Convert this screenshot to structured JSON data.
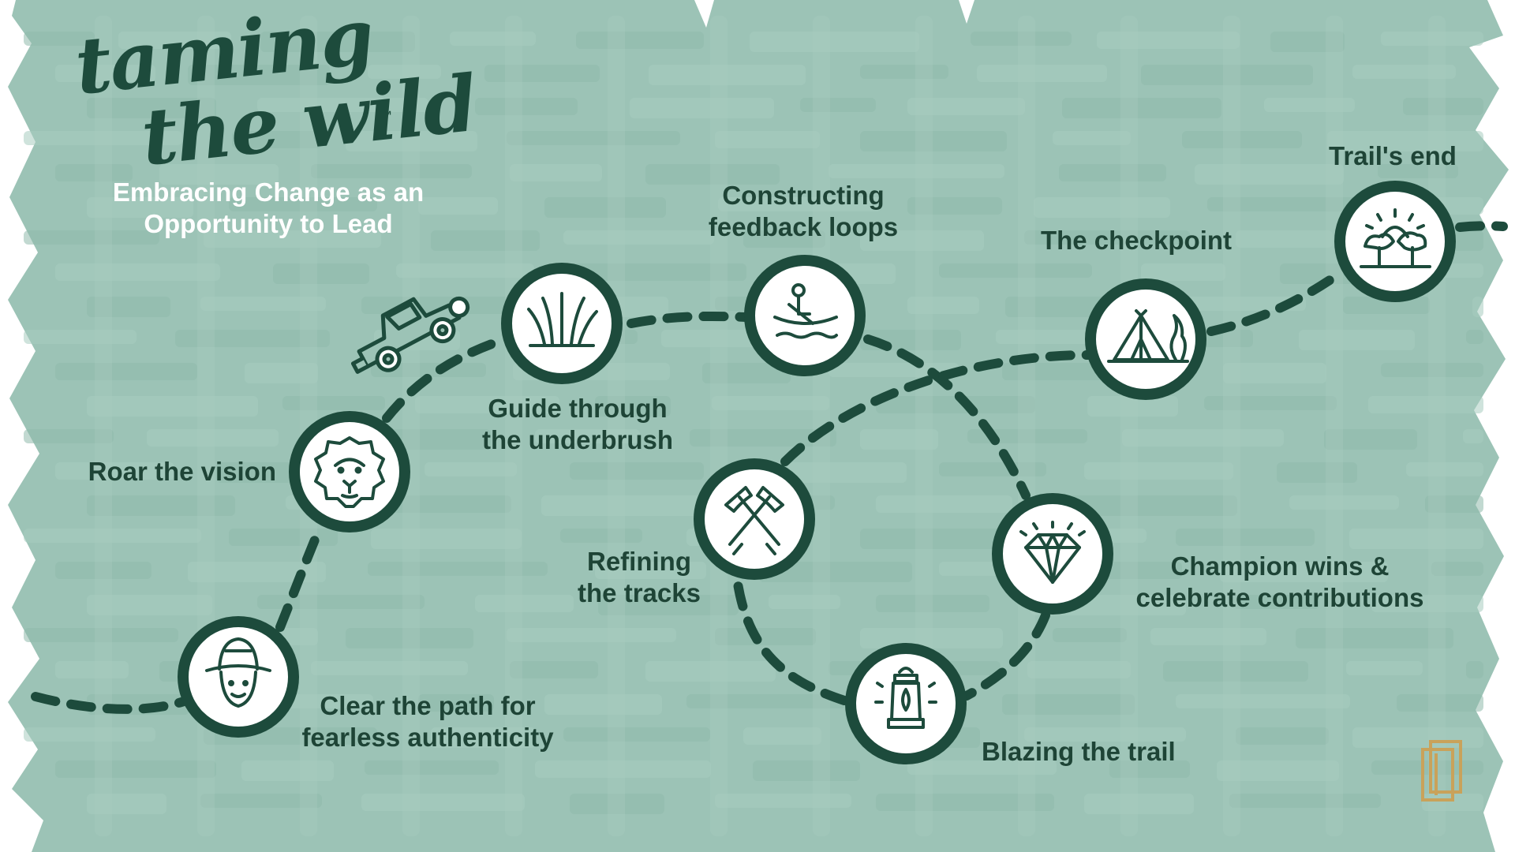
{
  "logo": {
    "line1": "taming",
    "line2": "the wild",
    "trademark": "™"
  },
  "subtitle": {
    "line1": "Embracing Change as an",
    "line2": "Opportunity to Lead"
  },
  "stops": [
    {
      "label_lines": [
        "Clear the path for",
        "fearless authenticity"
      ],
      "icon": "explorer-icon"
    },
    {
      "label_lines": [
        "Roar the vision"
      ],
      "icon": "lion-icon"
    },
    {
      "label_lines": [
        "Guide through",
        "the underbrush"
      ],
      "icon": "grass-icon"
    },
    {
      "label_lines": [
        "Constructing",
        "feedback loops"
      ],
      "icon": "canoe-icon"
    },
    {
      "label_lines": [
        "Refining",
        "the tracks"
      ],
      "icon": "pickaxes-icon"
    },
    {
      "label_lines": [
        "Blazing the trail"
      ],
      "icon": "lantern-icon"
    },
    {
      "label_lines": [
        "Champion wins &",
        "celebrate contributions"
      ],
      "icon": "diamond-icon"
    },
    {
      "label_lines": [
        "The checkpoint"
      ],
      "icon": "tent-campfire-icon"
    },
    {
      "label_lines": [
        "Trail's end"
      ],
      "icon": "sunset-trees-icon"
    }
  ],
  "vehicle_icon": "jeep-icon",
  "corner_mark_icon": "gold-frame-logo-icon",
  "colors": {
    "background": "#9cc3b6",
    "stripe_light": "#a8ccc0",
    "stripe_dark": "#8fb9ab",
    "circle_ring": "#1d4b3c",
    "circle_fill": "#ffffff",
    "label_text": "#1e4436",
    "subtitle_text": "#ffffff",
    "accent_gold": "#c9a25a"
  }
}
